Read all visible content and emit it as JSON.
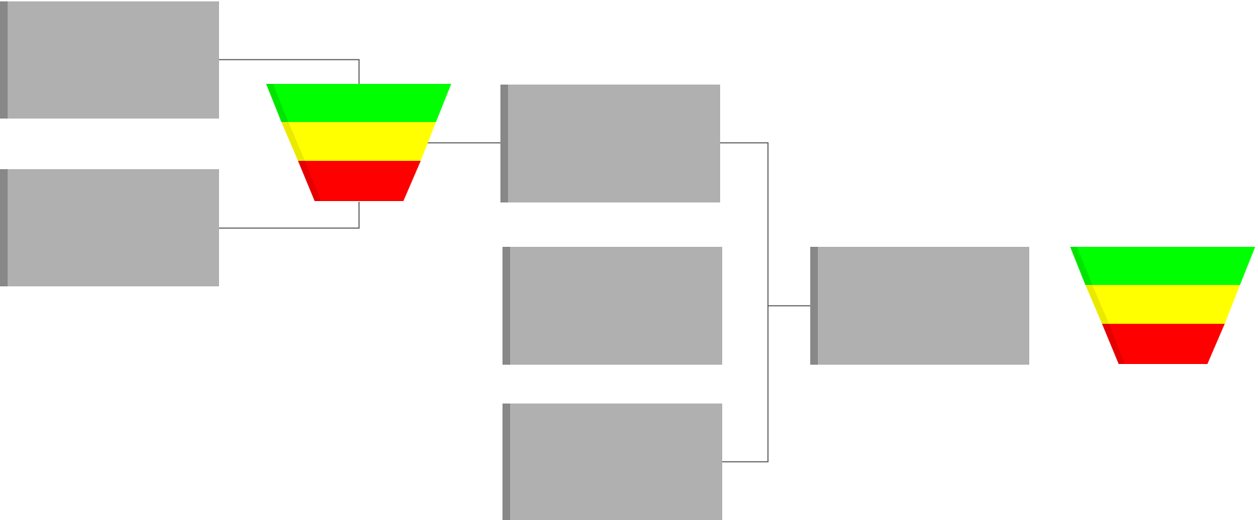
{
  "nodes": [
    {
      "id": "n1",
      "label": ""
    },
    {
      "id": "n2",
      "label": ""
    },
    {
      "id": "n3",
      "label": ""
    },
    {
      "id": "n4",
      "label": ""
    },
    {
      "id": "n5",
      "label": ""
    },
    {
      "id": "n6",
      "label": ""
    }
  ],
  "funnel_indicators": [
    {
      "id": "f1",
      "bands": [
        "green",
        "yellow",
        "red"
      ]
    },
    {
      "id": "f2",
      "bands": [
        "green",
        "yellow",
        "red"
      ]
    }
  ],
  "colors": {
    "node_fill": "#b0b0b0",
    "node_accent": "#888888",
    "connector": "#555555",
    "band_green": "#00ff00",
    "band_yellow": "#ffff00",
    "band_red": "#ff0000"
  }
}
